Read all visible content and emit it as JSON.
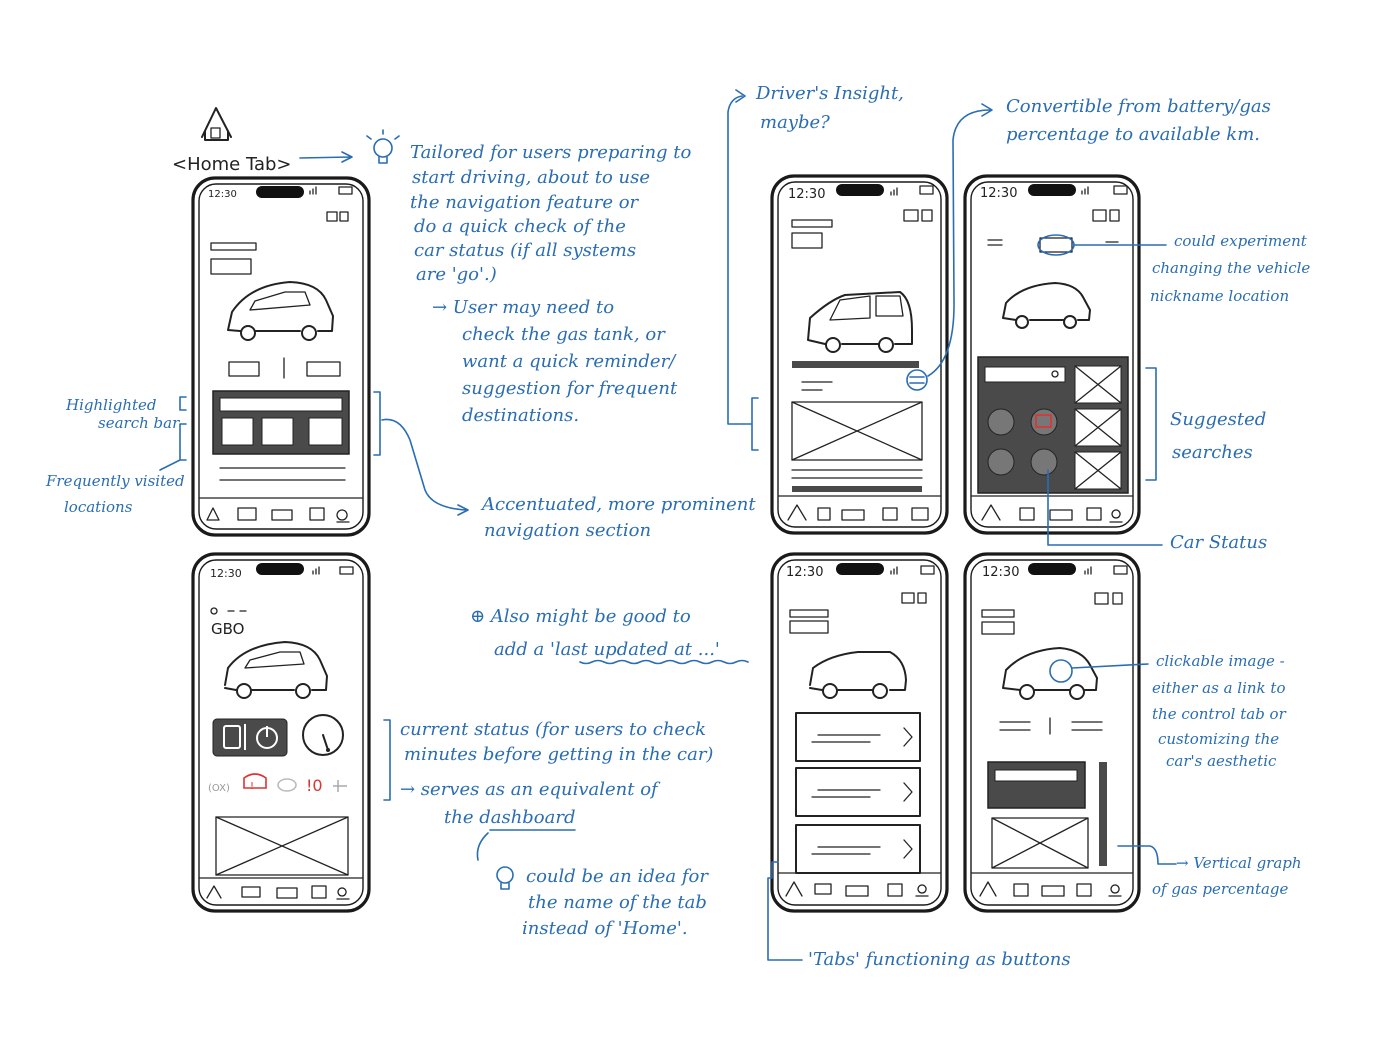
{
  "home_tab": {
    "label": "<Home Tab>"
  },
  "phones": {
    "time_a": "12:30",
    "time_b": "12:30",
    "time_c": "12:30",
    "time_d": "12:30",
    "time_e": "12:30",
    "time_f": "12:30",
    "gbo": "GBO"
  },
  "notes": {
    "tailored": [
      "Tailored for users preparing to",
      "start driving, about to use",
      "the navigation feature or",
      "do a quick check of the",
      "car status (if all systems",
      "are 'go'.)"
    ],
    "gas_tank": [
      "→ User may need to",
      "check the gas tank, or",
      "want a quick reminder/",
      "suggestion for frequent",
      "destinations."
    ],
    "highlighted_search": [
      "Highlighted",
      "search bar"
    ],
    "frequently_visited": [
      "Frequently visited",
      "locations"
    ],
    "accentuated": [
      "Accentuated, more prominent",
      "navigation section"
    ],
    "last_updated": [
      "⊕ Also might be good to",
      "add a 'last updated at ...'"
    ],
    "current_status": [
      "current status (for users to check",
      "minutes before getting in the car)"
    ],
    "dashboard": [
      "→ serves as an equivalent of",
      "the dashboard"
    ],
    "idea_name": [
      "could be an idea for",
      "the name of the tab",
      "instead of 'Home'."
    ],
    "drivers_insight": [
      "Driver's Insight,",
      "maybe?"
    ],
    "convertible": [
      "Convertible from battery/gas",
      "percentage to available km."
    ],
    "nickname": [
      "could experiment",
      "changing the vehicle",
      "nickname location"
    ],
    "suggested": [
      "Suggested",
      "searches"
    ],
    "car_status": "Car Status",
    "clickable": [
      "clickable image -",
      "either as a link to",
      "the control tab or",
      "customizing the",
      "car's aesthetic"
    ],
    "vertical_graph": [
      "→ Vertical graph",
      "of gas percentage"
    ],
    "tabs_buttons": "'Tabs' functioning as buttons"
  }
}
